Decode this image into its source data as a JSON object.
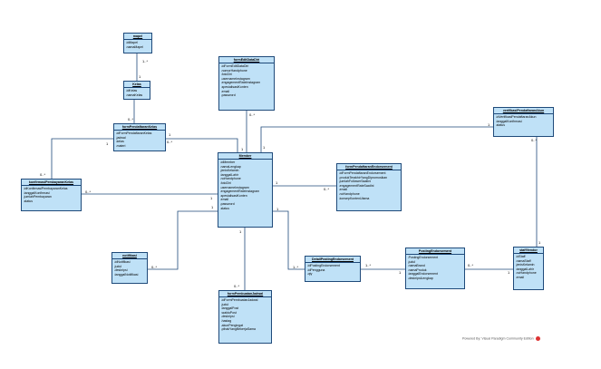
{
  "classes": {
    "mapel": {
      "name": "mapel",
      "attrs": [
        "-idMapel",
        "-namaMapel"
      ]
    },
    "kelas": {
      "name": "Kelas",
      "attrs": [
        "-idKelas",
        "-namaKelas"
      ]
    },
    "formPendaftaranKelas": {
      "name": "formPendaftaranKelas",
      "attrs": [
        "-idFormPendaftaranKelas",
        "-jadwal",
        "-kelas",
        "-materi"
      ]
    },
    "konfirmasiPembayaran": {
      "name": "konfirmasiPembayaranKelas",
      "attrs": [
        "-idKonfirmasiPembayaranKelas",
        "-tanggalKonfirmasi",
        "-jumlahPembayaran",
        "-status"
      ]
    },
    "formEditDataDiri": {
      "name": "formEditDataDiri",
      "attrs": [
        "-idFormEditDataDiri",
        "-nomorHandphone",
        "-fotoDiri",
        "-usernameInstagram",
        "-engagementRateInstagram",
        "-spesialisasiKonten",
        "-email",
        "-password"
      ]
    },
    "member": {
      "name": "Member",
      "attrs": [
        "-idMember",
        "-namaLengkap",
        "-jenisKelamin",
        "-tanggalLahir",
        "-noHandphone",
        "-fotoDiri",
        "-usernameInstagram",
        "-engagementRateInstagram",
        "-spesialisasiKonten",
        "-email",
        "-password",
        "-status"
      ]
    },
    "formPendaftaranEndorsement": {
      "name": "formPendaftaranEndorsement",
      "attrs": [
        "-idFormPendaftaranEndorsement",
        "-produkTerakhirYangDipromosikan",
        "-jumlahFollowerSaatIni",
        "-engagementRateSaatIni",
        "-email",
        "-noHandphone",
        "-konsepKontenUtama"
      ]
    },
    "verifikasi": {
      "name": "verifikasiPendaftaranAkun",
      "attrs": [
        "-idVerifikasiPendaftaranAkun",
        "-tanggalKonfirmasi",
        "-status"
      ]
    },
    "notifikasi": {
      "name": "notifikasi",
      "attrs": [
        "-idNotifikasi",
        "-judul",
        "-deskripsi",
        "-tanggalNotifikasi"
      ]
    },
    "formPembuatanJadwal": {
      "name": "formPembuatanJadwal",
      "attrs": [
        "-idFormPembuatanJadwal",
        "-judul",
        "-tanggalPost",
        "-waktuPost",
        "-deskripsi",
        "-hastag",
        "-akunPengingat",
        "-pihakYangBekerjaSama"
      ]
    },
    "detailPosting": {
      "name": "DetailPostingEndorsement",
      "attrs": [
        "-idPostingEndorsement",
        "-idPengguna",
        "-qty"
      ]
    },
    "postingEndorsement": {
      "name": "PostingEndorsement",
      "attrs": [
        "-PostingEndorsement",
        "-judul",
        "-namaBrand",
        "-namaProduk",
        "-tanggalEndorsement",
        "-deskripsiLengkap"
      ]
    },
    "staffVendor": {
      "name": "staffVendor",
      "attrs": [
        "-idStaff",
        "-namaStaff",
        "-jenisKelamin",
        "-tanggalLahir",
        "-noHandphone",
        "-email"
      ]
    }
  },
  "multiplicities": [
    {
      "id": "mapel-kelas-top",
      "text": "1..*"
    },
    {
      "id": "mapel-kelas-bottom",
      "text": "1"
    },
    {
      "id": "kelas-form",
      "text": "0..*"
    },
    {
      "id": "form-kelas-member-left",
      "text": "1"
    },
    {
      "id": "form-kelas-member-right",
      "text": "0..*"
    },
    {
      "id": "form-kelas-konf-top",
      "text": "1"
    },
    {
      "id": "konf-top",
      "text": "0..*"
    },
    {
      "id": "konf-member-left",
      "text": "0..*"
    },
    {
      "id": "konf-member-right",
      "text": "1"
    },
    {
      "id": "edit-bottom",
      "text": "0..*"
    },
    {
      "id": "edit-member",
      "text": "1"
    },
    {
      "id": "member-verif",
      "text": "1"
    },
    {
      "id": "verif-top",
      "text": "1"
    },
    {
      "id": "verif-bottom",
      "text": "0..*"
    },
    {
      "id": "member-endorse-left",
      "text": "1"
    },
    {
      "id": "member-endorse-right",
      "text": "0..*"
    },
    {
      "id": "notif-right",
      "text": "0..*"
    },
    {
      "id": "notif-member",
      "text": "1"
    },
    {
      "id": "member-jadwal-top",
      "text": "1"
    },
    {
      "id": "jadwal-top",
      "text": "0..*"
    },
    {
      "id": "member-detail",
      "text": "1"
    },
    {
      "id": "detail-left",
      "text": "1..*"
    },
    {
      "id": "detail-posting-left",
      "text": "1..*"
    },
    {
      "id": "detail-posting-right",
      "text": "1"
    },
    {
      "id": "posting-staff-left",
      "text": "0..*"
    },
    {
      "id": "posting-staff-right",
      "text": "1"
    },
    {
      "id": "staff-top",
      "text": "1"
    }
  ],
  "footer": "Powered By: Visual Paradigm Community Edition"
}
